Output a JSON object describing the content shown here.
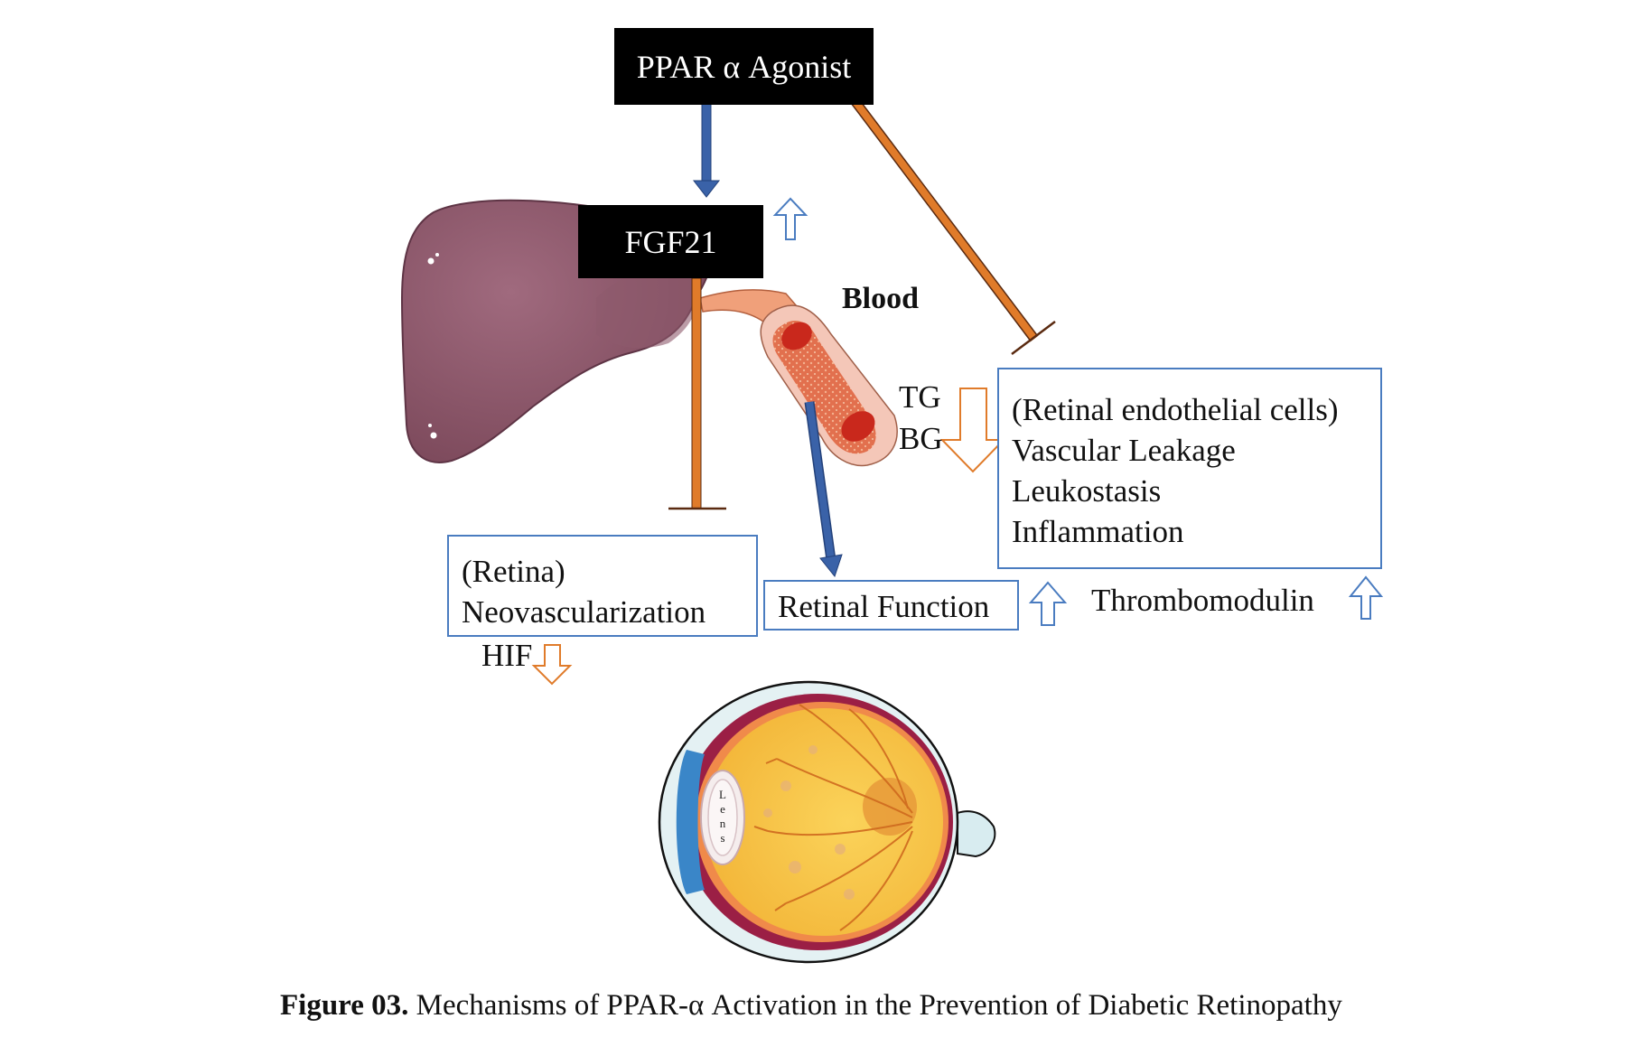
{
  "nodes": {
    "agonist": "PPAR α Agonist",
    "fgf21": "FGF21",
    "blood": "Blood",
    "tg": "TG",
    "bg": "BG",
    "endothelial": {
      "heading": "(Retinal endothelial cells)",
      "items": [
        "Vascular Leakage",
        "Leukostasis",
        "Inflammation"
      ]
    },
    "retina": {
      "heading": "(Retina)",
      "item": "Neovascularization"
    },
    "retinal_function": "Retinal Function",
    "thrombomodulin": "Thrombomodulin",
    "hif": "HIF",
    "lens_letters": [
      "L",
      "e",
      "n",
      "s"
    ]
  },
  "indicators": {
    "fgf21": "up",
    "tg_bg": "down",
    "hif": "down",
    "retinal_function": "up",
    "thrombomodulin": "up"
  },
  "colors": {
    "activation_arrow": "#3a62a8",
    "inhibition_line": "#e07b2a",
    "up_arrow": "#4a7cc0",
    "down_arrow": "#e07b2a",
    "box_border": "#4a7cc0",
    "liver": "#8a5366",
    "eye_fill": "#f8c94a"
  },
  "caption": {
    "label": "Figure 03.",
    "text": " Mechanisms of PPAR-α Activation in the Prevention of Diabetic Retinopathy"
  }
}
